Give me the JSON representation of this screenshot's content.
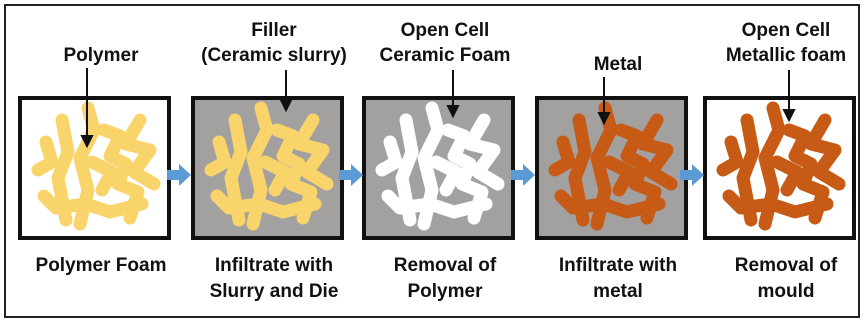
{
  "colors": {
    "frame_border": "#222222",
    "box_border": "#111111",
    "polymer": "#F9D46B",
    "slurry": "#A3A0A0",
    "open_cell_white": "#FFFFFF",
    "metal": "#C75A14",
    "flow_arrow": "#5B9BD5"
  },
  "stages": [
    {
      "top_lines": [
        "Polymer"
      ],
      "bottom_lines": [
        "Polymer Foam"
      ],
      "background": "#FFFFFF",
      "foam": "#F9D46B"
    },
    {
      "top_lines": [
        "Filler",
        "(Ceramic slurry)"
      ],
      "bottom_lines": [
        "Infiltrate with",
        "Slurry and Die"
      ],
      "background": "#A3A0A0",
      "foam": "#F9D46B"
    },
    {
      "top_lines": [
        "Open Cell",
        "Ceramic Foam"
      ],
      "bottom_lines": [
        "Removal of",
        "Polymer"
      ],
      "background": "#A3A0A0",
      "foam": "#FFFFFF"
    },
    {
      "top_lines": [
        "Metal"
      ],
      "bottom_lines": [
        "Infiltrate with",
        "metal"
      ],
      "background": "#A3A0A0",
      "foam": "#C75A14"
    },
    {
      "top_lines": [
        "Open Cell",
        "Metallic foam"
      ],
      "bottom_lines": [
        "Removal of",
        "mould"
      ],
      "background": "#FFFFFF",
      "foam": "#C75A14"
    }
  ]
}
